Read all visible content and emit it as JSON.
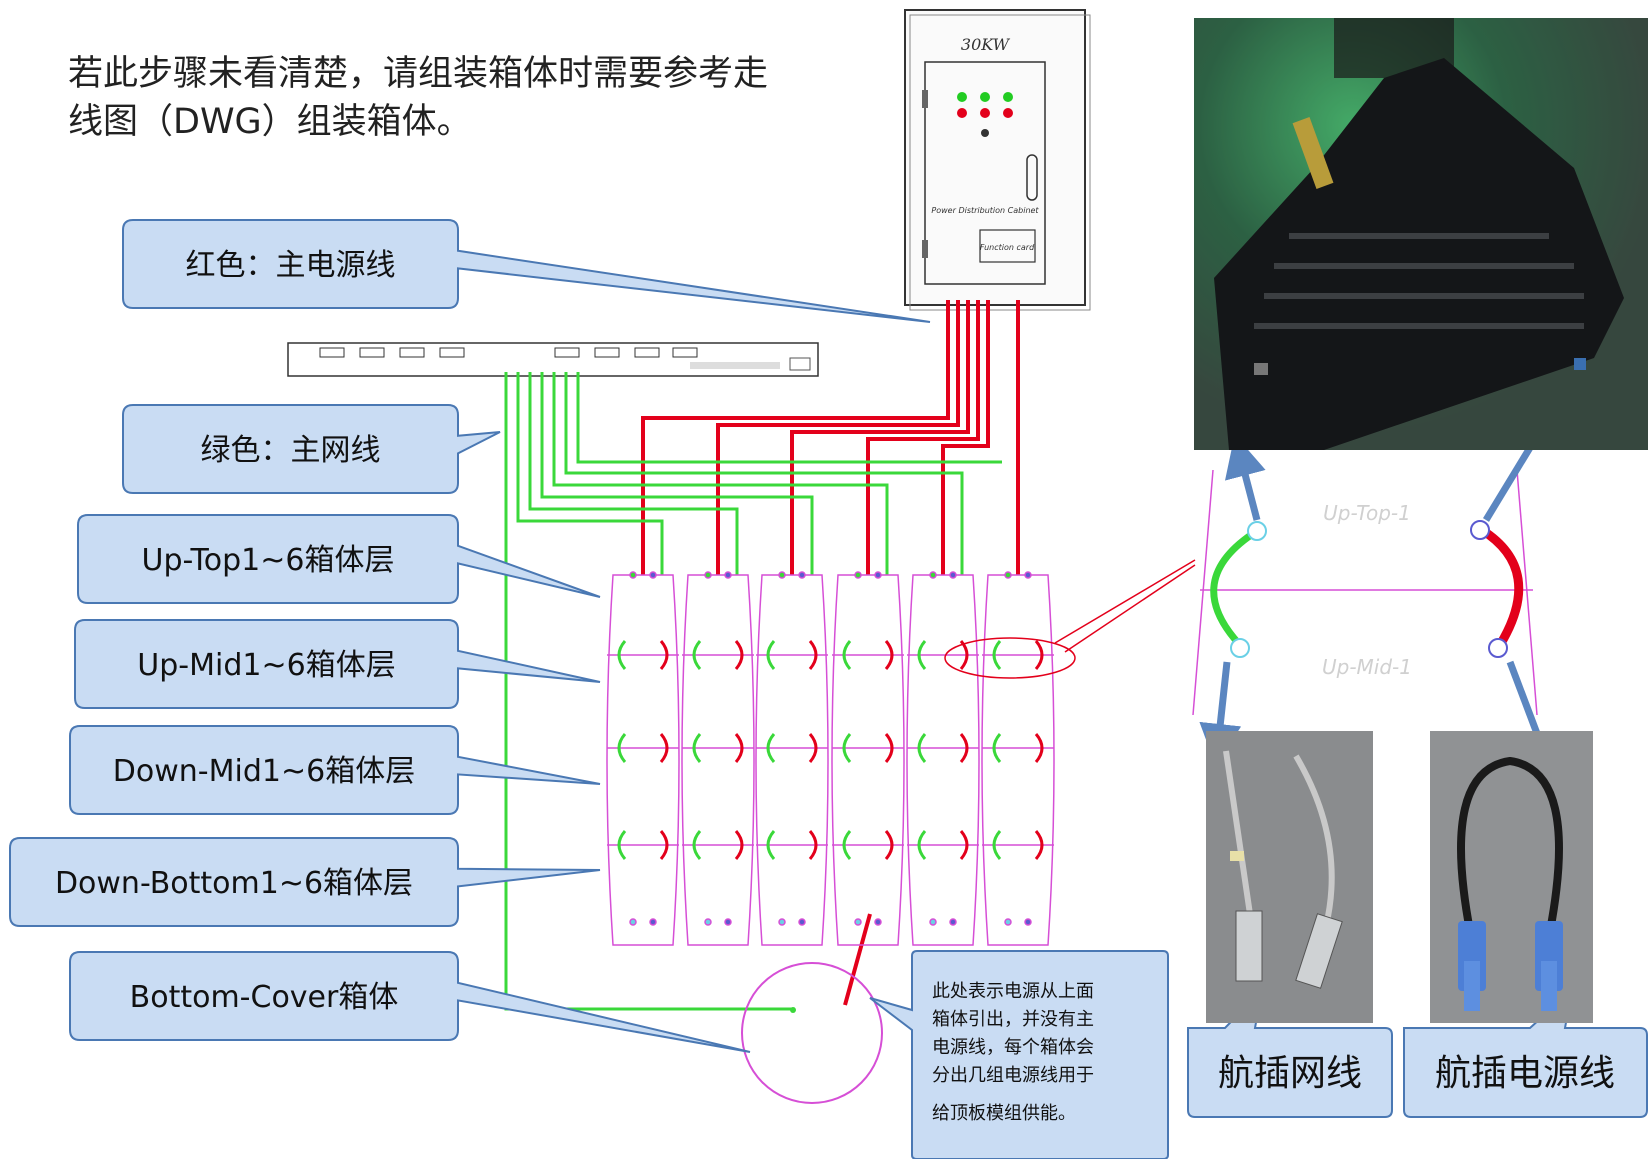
{
  "intro_lines": [
    "若此步骤未看清楚，请组装箱体时需要参考走",
    "线图（DWG）组装箱体。"
  ],
  "callouts": {
    "red_power": "红色：主电源线",
    "green_network": "绿色：主网线",
    "up_top": "Up-Top1~6箱体层",
    "up_mid": "Up-Mid1~6箱体层",
    "down_mid": "Down-Mid1~6箱体层",
    "down_bottom": "Down-Bottom1~6箱体层",
    "bottom_cover": "Bottom-Cover箱体"
  },
  "cabinet": {
    "power_label": "30KW",
    "name": "Power Distribution Cabinet",
    "card": "Function card"
  },
  "note_lines": [
    "此处表示电源从上面",
    "箱体引出，并没有主",
    "电源线，每个箱体会",
    "分出几组电源线用于",
    "给顶板模组供能。"
  ],
  "detail": {
    "top_label": "Up-Top-1",
    "mid_label": "Up-Mid-1"
  },
  "cable_labels": {
    "network": "航插网线",
    "power": "航插电源线"
  },
  "colors": {
    "power": "#e3001b",
    "network": "#3ad83a",
    "layout": "#d64fd6",
    "callout_fill": "#c9dcf3",
    "callout_stroke": "#4a78b3",
    "arrow": "#5b86c0"
  }
}
